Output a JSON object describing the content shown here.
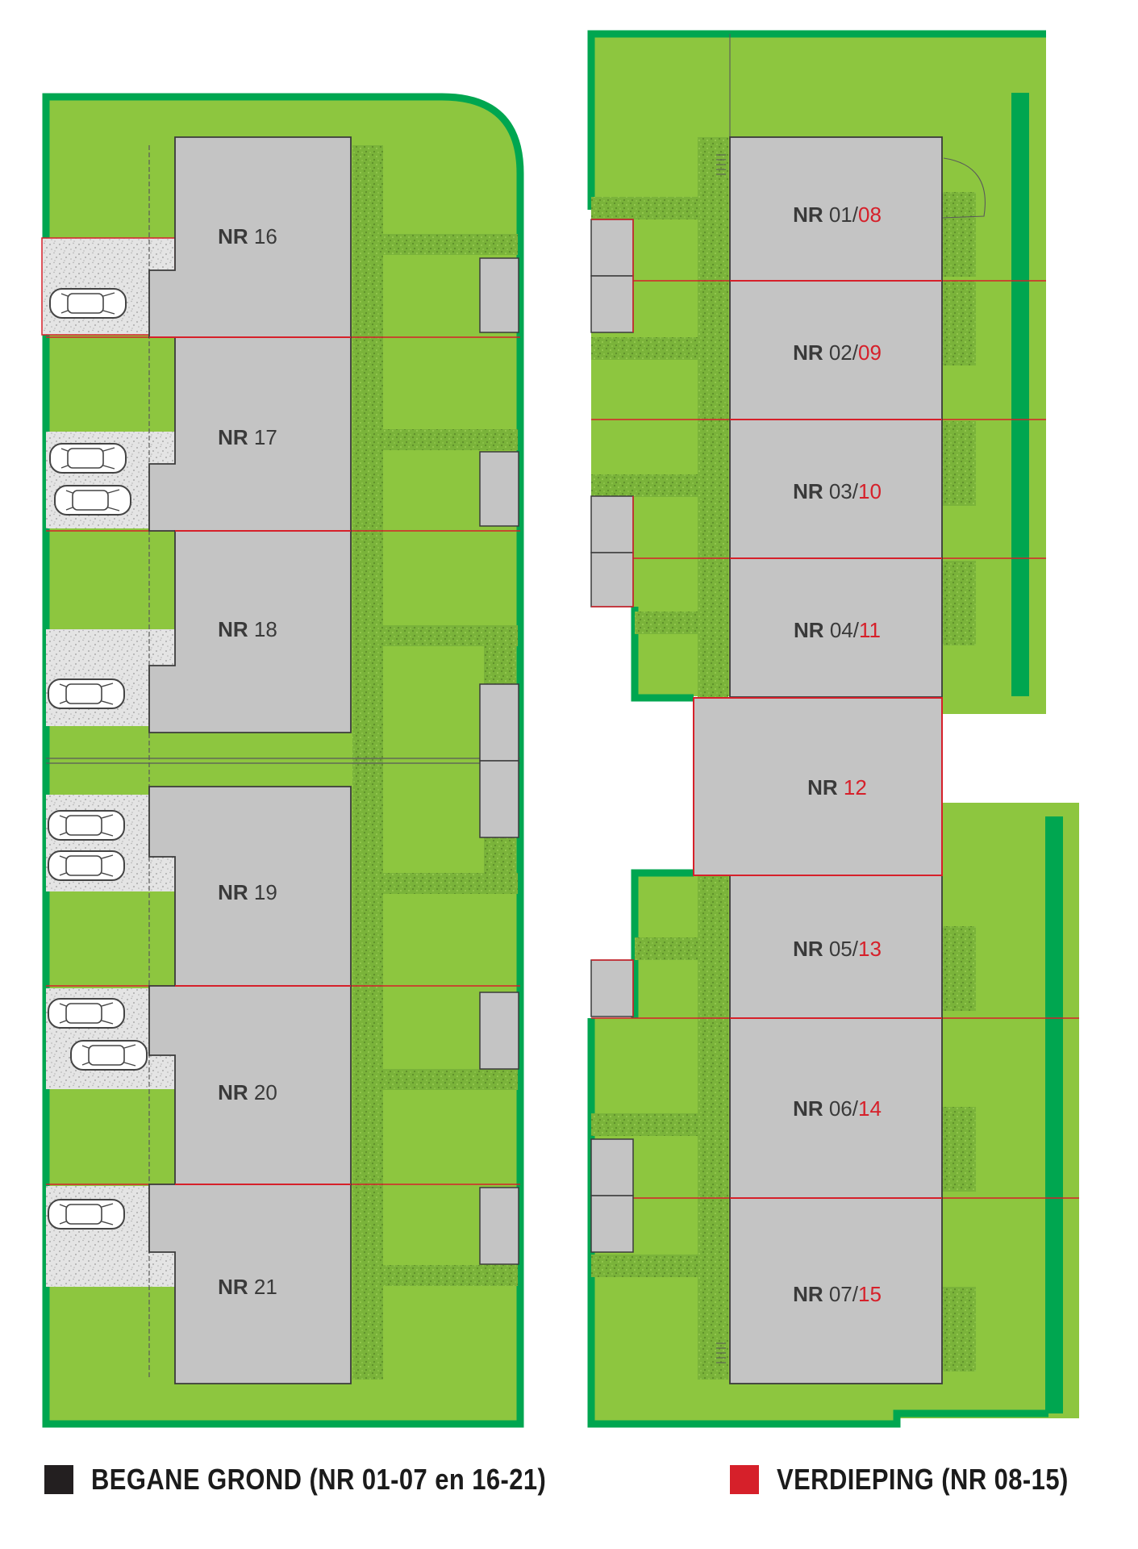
{
  "colors": {
    "lawn": "#8dc63f",
    "hedge": "#00a650",
    "house": "#c4c4c4",
    "outline": "#3b3b3b",
    "divider": "#d6202a",
    "paving": "#e6e6e6",
    "ground_floor": "#231f20",
    "upper_floor": "#d6202a"
  },
  "left_block": {
    "units": [
      {
        "prefix": "NR",
        "ground": "16",
        "upper": ""
      },
      {
        "prefix": "NR",
        "ground": "17",
        "upper": ""
      },
      {
        "prefix": "NR",
        "ground": "18",
        "upper": ""
      },
      {
        "prefix": "NR",
        "ground": "19",
        "upper": ""
      },
      {
        "prefix": "NR",
        "ground": "20",
        "upper": ""
      },
      {
        "prefix": "NR",
        "ground": "21",
        "upper": ""
      }
    ]
  },
  "right_block": {
    "units": [
      {
        "prefix": "NR",
        "ground": "01",
        "upper": "08"
      },
      {
        "prefix": "NR",
        "ground": "02",
        "upper": "09"
      },
      {
        "prefix": "NR",
        "ground": "03",
        "upper": "10"
      },
      {
        "prefix": "NR",
        "ground": "04",
        "upper": "11"
      },
      {
        "prefix": "NR",
        "ground": "",
        "upper": "12"
      },
      {
        "prefix": "NR",
        "ground": "05",
        "upper": "13"
      },
      {
        "prefix": "NR",
        "ground": "06",
        "upper": "14"
      },
      {
        "prefix": "NR",
        "ground": "07",
        "upper": "15"
      }
    ]
  },
  "legend": {
    "ground": {
      "label": "BEGANE GROND (NR 01-07 en 16-21)",
      "swatch": "ground-floor"
    },
    "upper": {
      "label": "VERDIEPING (NR 08-15)",
      "swatch": "upper-floor"
    }
  }
}
